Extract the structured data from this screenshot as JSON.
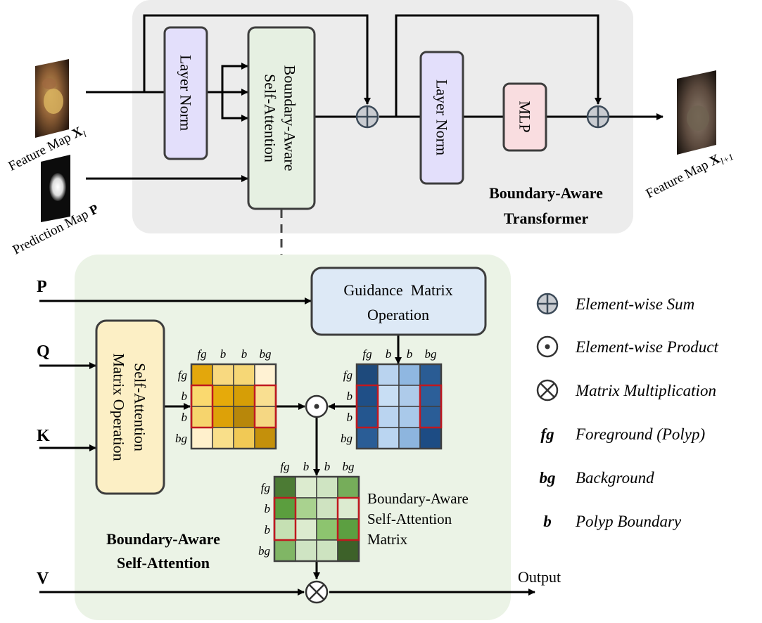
{
  "transformer": {
    "title_line1": "Boundary-Aware",
    "title_line2": "Transformer",
    "layer_norm_1": "Layer Norm",
    "ba_attention_line1": "Boundary-Aware",
    "ba_attention_line2": "Self-Attention",
    "layer_norm_2": "Layer Norm",
    "mlp": "MLP"
  },
  "inputs": {
    "feature_map_in_text": "Feature Map ",
    "feature_map_in_symbol": "X",
    "feature_map_in_sub": "l",
    "prediction_map_text": "Prediction Map ",
    "prediction_map_symbol": "P",
    "feature_map_out_text": "Feature Map ",
    "feature_map_out_symbol": "X",
    "feature_map_out_sub": "l+1"
  },
  "attention": {
    "title_line1": "Boundary-Aware",
    "title_line2": "Self-Attention",
    "p_label": "P",
    "q_label": "Q",
    "k_label": "K",
    "v_label": "V",
    "guidance_line1": "Guidance  Matrix",
    "guidance_line2": "Operation",
    "sa_line1": "Self-Attention",
    "sa_line2": "Matrix Operation",
    "result_line1": "Boundary-Aware",
    "result_line2": "Self-Attention",
    "result_line3": "Matrix",
    "output_label": "Output",
    "grid_labels": [
      "fg",
      "b",
      "b",
      "bg"
    ]
  },
  "legend": [
    {
      "icon": "circle-plus-icon",
      "term": "",
      "text": "Element-wise Sum"
    },
    {
      "icon": "circle-dot-icon",
      "term": "",
      "text": "Element-wise Product"
    },
    {
      "icon": "circle-times-icon",
      "term": "",
      "text": "Matrix Multiplication"
    },
    {
      "icon": "",
      "term": "fg",
      "text": "Foreground (Polyp)"
    },
    {
      "icon": "",
      "term": "bg",
      "text": "Background"
    },
    {
      "icon": "",
      "term": "b",
      "text": "Polyp Boundary"
    }
  ],
  "matrices": {
    "attention_colors": [
      [
        "#e3a70c",
        "#f8d980",
        "#f6d776",
        "#fff2d3"
      ],
      [
        "#fad96f",
        "#e6aa0a",
        "#d69e06",
        "#f9df91"
      ],
      [
        "#f6d46d",
        "#dda108",
        "#b8870a",
        "#f5d783"
      ],
      [
        "#fff0cc",
        "#f9df8a",
        "#f1c955",
        "#c4900b"
      ]
    ],
    "guidance_colors": [
      [
        "#1e4a7c",
        "#b9d3ef",
        "#8fb7e1",
        "#2a5c94"
      ],
      [
        "#1f4f87",
        "#c8def4",
        "#aecbea",
        "#2c5f99"
      ],
      [
        "#24568f",
        "#bad4f0",
        "#a9c9ea",
        "#2a5d97"
      ],
      [
        "#2a5d96",
        "#bad5f1",
        "#8db5de",
        "#1d4c84"
      ]
    ],
    "result_colors": [
      [
        "#4c7b34",
        "#dcebcf",
        "#cfe4c2",
        "#76ad5a"
      ],
      [
        "#5b9e3e",
        "#a9d28f",
        "#cfe3c1",
        "#dcebd0"
      ],
      [
        "#c5e0b3",
        "#dcebcf",
        "#8dc46f",
        "#5c9f41"
      ],
      [
        "#80b665",
        "#cfe4c3",
        "#cde3c0",
        "#3d6129"
      ]
    ],
    "highlight_color": "#c0181f"
  },
  "colors": {
    "transformer_bg": "#ececec",
    "attention_bg": "#ebf3e6",
    "layer_norm_fill": "#e3dffb",
    "ba_attention_fill": "#e6f0e2",
    "mlp_fill": "#f9dde0",
    "guidance_fill": "#dde9f6",
    "sa_matrix_fill": "#fcefc5"
  }
}
